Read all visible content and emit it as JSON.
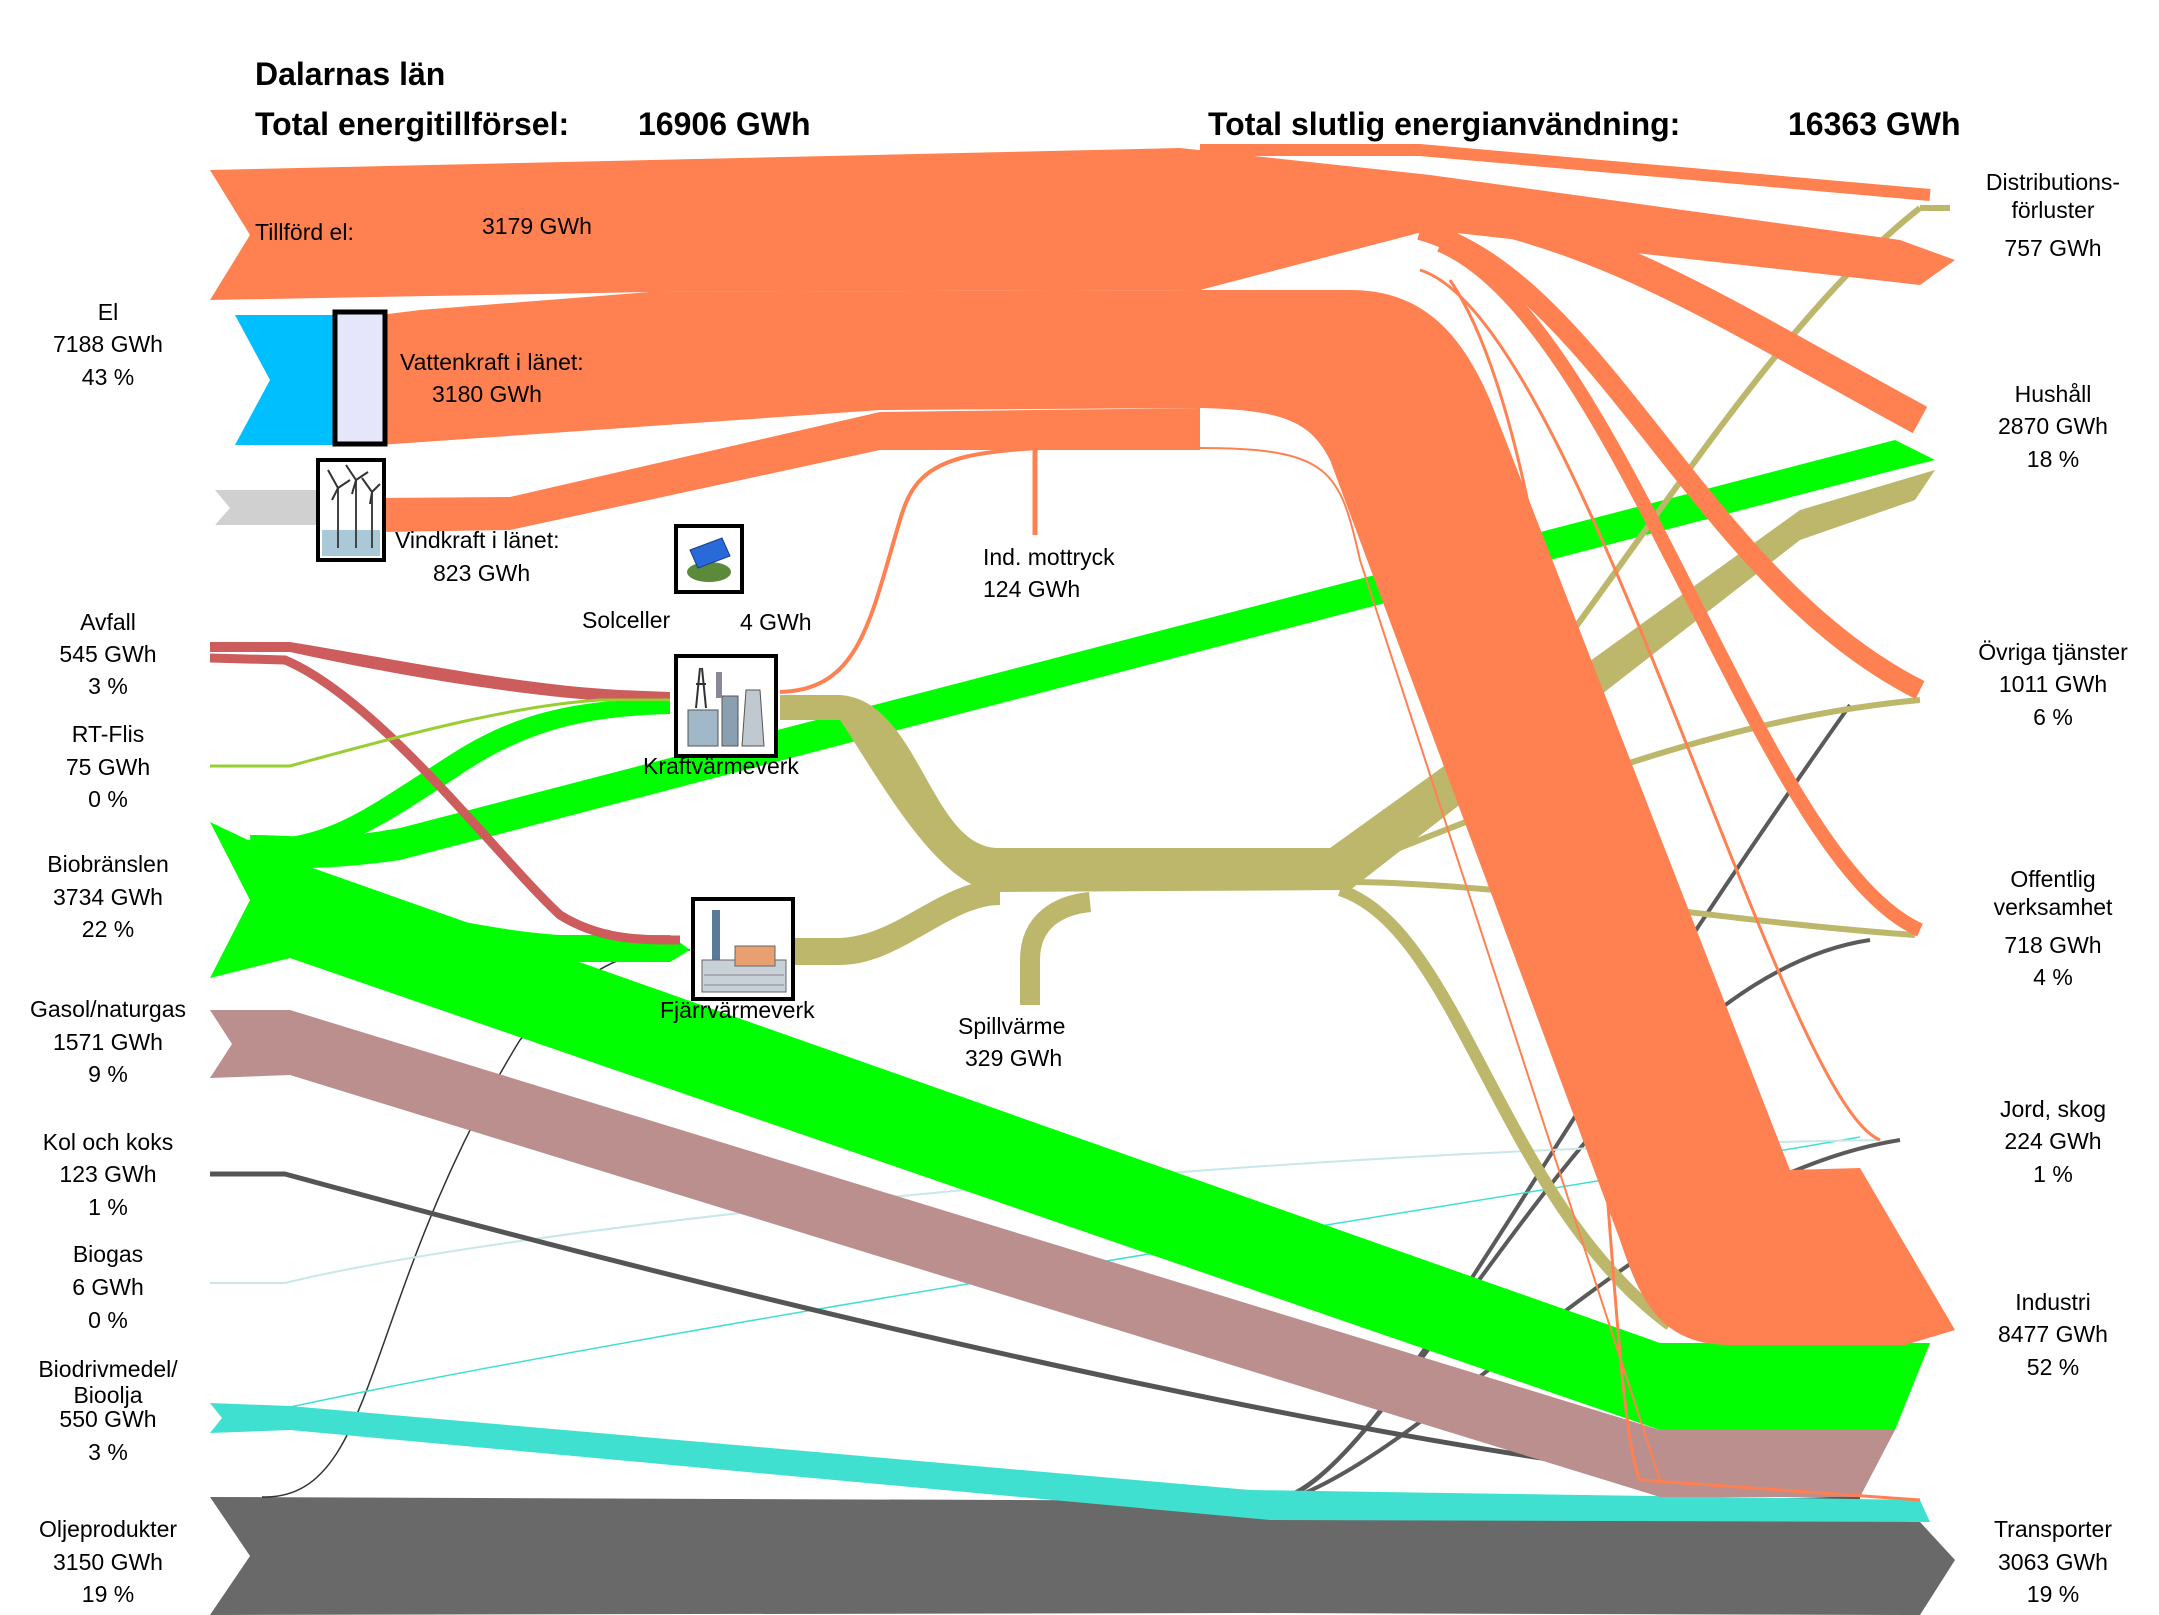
{
  "title": {
    "region": "Dalarnas län",
    "supply_label": "Total energitillförsel:",
    "supply_value": "16906 GWh",
    "use_label": "Total slutlig energianvändning:",
    "use_value": "16363 GWh"
  },
  "sources": [
    {
      "name": "El",
      "value": "7188 GWh",
      "pct": "43 %"
    },
    {
      "name": "Avfall",
      "value": "545 GWh",
      "pct": "3 %"
    },
    {
      "name": "RT-Flis",
      "value": "75 GWh",
      "pct": "0 %"
    },
    {
      "name": "Biobränslen",
      "value": "3734 GWh",
      "pct": "22 %"
    },
    {
      "name": "Gasol/naturgas",
      "value": "1571 GWh",
      "pct": "9 %"
    },
    {
      "name": "Kol och koks",
      "value": "123 GWh",
      "pct": "1 %"
    },
    {
      "name": "Biogas",
      "value": "6 GWh",
      "pct": "0 %"
    },
    {
      "name": "Biodrivmedel/",
      "name2": "Bioolja",
      "value": "550 GWh",
      "pct": "3 %"
    },
    {
      "name": "Oljeprodukter",
      "value": "3150 GWh",
      "pct": "19 %"
    }
  ],
  "el_parts": {
    "tillford_label": "Tillförd el:",
    "tillford_value": "3179 GWh",
    "vatten_label": "Vattenkraft i länet:",
    "vatten_value": "3180 GWh",
    "vind_label": "Vindkraft i länet:",
    "vind_value": "823 GWh"
  },
  "intermediate": {
    "solceller": "Solceller",
    "solceller_value": "4 GWh",
    "kraftvarmeverk": "Kraftvärmeverk",
    "fjarrvarmeverk": "Fjärrvärmeverk",
    "ind_mottryck": "Ind. mottryck",
    "ind_mottryck_value": "124 GWh",
    "spillvarme": "Spillvärme",
    "spillvarme_value": "329 GWh"
  },
  "sinks": [
    {
      "name": "Distributions-",
      "name2": "förluster",
      "value": "757 GWh",
      "pct": ""
    },
    {
      "name": "Hushåll",
      "value": "2870 GWh",
      "pct": "18 %"
    },
    {
      "name": "Övriga tjänster",
      "value": "1011 GWh",
      "pct": "6 %"
    },
    {
      "name": "Offentlig",
      "name2": "verksamhet",
      "value": "718 GWh",
      "pct": "4 %"
    },
    {
      "name": "Jord, skog",
      "value": "224 GWh",
      "pct": "1 %"
    },
    {
      "name": "Industri",
      "value": "8477 GWh",
      "pct": "52 %"
    },
    {
      "name": "Transporter",
      "value": "3063 GWh",
      "pct": "19 %"
    }
  ],
  "colors": {
    "el": "#ff8050",
    "vatten": "#00bfff",
    "vind": "#d0d0d0",
    "avfall": "#cd5c5c",
    "rtflis": "#9acd32",
    "bio": "#00ff00",
    "gas": "#bc8f8f",
    "kol": "#555555",
    "biogas": "#c0e8e8",
    "biodriv": "#40e0d0",
    "olja": "#696969",
    "heat": "#bdb76b"
  },
  "icons": [
    "dam-icon",
    "wind-turbine-icon",
    "solar-panel-icon",
    "chp-plant-icon",
    "district-heating-plant-icon"
  ]
}
